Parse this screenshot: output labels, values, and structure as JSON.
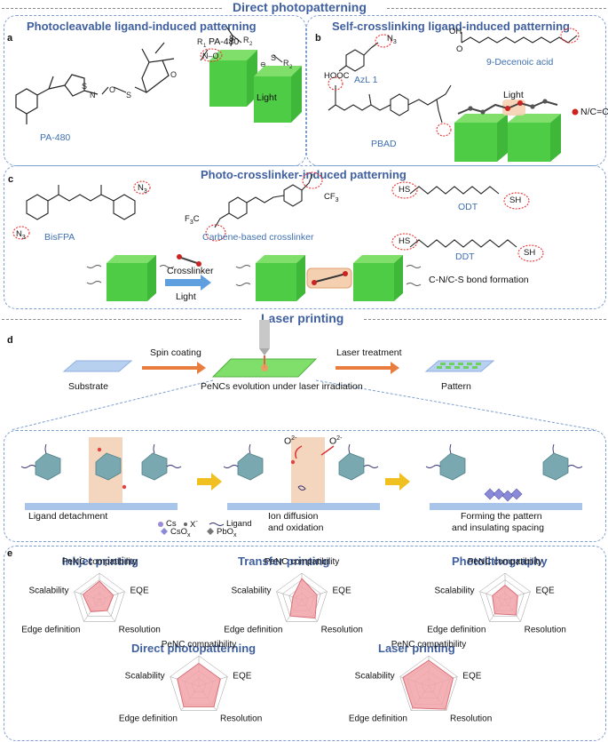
{
  "headings": {
    "direct": "Direct photopatterning",
    "laser": "Laser printing"
  },
  "panel_a": {
    "letter": "a",
    "title": "Photocleavable ligand-induced patterning",
    "molecule_label": "PA-480",
    "cube_label": "PA-480",
    "r1": "R",
    "r1_sub": "1",
    "r2": "R",
    "r2_sub": "2",
    "n_o": "N–O",
    "arrow_label": "Light"
  },
  "panel_b": {
    "letter": "b",
    "title": "Self-crosslinking ligand-induced patterning",
    "azl": "AzL 1",
    "n3": "N",
    "n3_sub": "3",
    "hooc": "HOOC",
    "decenoic": "9-Decenoic acid",
    "pbad": "PBAD",
    "light": "Light",
    "legend": "N/C=C",
    "oh": "OH",
    "o": "O"
  },
  "panel_c": {
    "letter": "c",
    "title": "Photo-crosslinker-induced patterning",
    "bisfpa": "BisFPA",
    "carbene": "Carbene-based crosslinker",
    "odt": "ODT",
    "ddt": "DDT",
    "hs": "HS",
    "sh": "SH",
    "crosslinker": "Crosslinker",
    "light": "Light",
    "bond": "C-N/C-S bond formation",
    "cf3": "CF",
    "cf3_sub": "3",
    "f3c": "F",
    "f3c_sub": "3",
    "f3c_end": "C",
    "f": "F"
  },
  "panel_d": {
    "letter": "d",
    "substrate": "Substrate",
    "spin": "Spin coating",
    "evolution": "PeNCs evolution under laser irradiation",
    "laser_treat": "Laser treatment",
    "pattern": "Pattern",
    "detach": "Ligand detachment",
    "ion": "Ion diffusion",
    "ion2": "and oxidation",
    "forming": "Forming the pattern",
    "forming2": "and insulating spacing",
    "o2": "O",
    "o2_sup": "2-",
    "legend": {
      "cs": "Cs",
      "x": "X",
      "x_sup": "-",
      "ligand": "Ligand",
      "csox": "CsO",
      "csox_sub": "x",
      "pbox": "PbO",
      "pbox_sub": "x"
    }
  },
  "panel_e": {
    "letter": "e",
    "axes": [
      "PeNC compatibility",
      "EQE",
      "Resolution",
      "Edge definition",
      "Scalability"
    ],
    "charts": [
      {
        "title": "Inkjet printing",
        "values": [
          0.7,
          0.55,
          0.5,
          0.55,
          0.65
        ]
      },
      {
        "title": "Transfer printing",
        "values": [
          0.8,
          0.6,
          0.85,
          0.75,
          0.35
        ]
      },
      {
        "title": "Photolithography",
        "values": [
          0.55,
          0.5,
          0.7,
          0.65,
          0.5
        ]
      },
      {
        "title": "Direct photopatterning",
        "values": [
          0.75,
          0.75,
          0.85,
          0.85,
          0.75
        ]
      },
      {
        "title": "Laser printing",
        "values": [
          0.85,
          0.85,
          0.95,
          0.9,
          0.9
        ]
      }
    ],
    "colors": {
      "fill": "#f2a3a8",
      "stroke": "#d9707a",
      "grid": "#999999"
    }
  }
}
